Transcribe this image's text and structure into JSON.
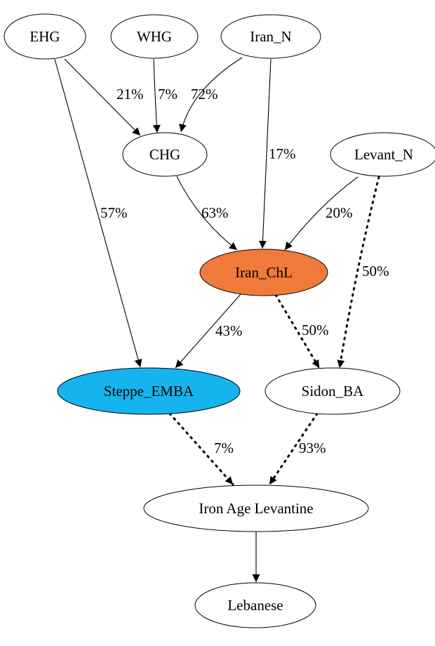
{
  "nodes": [
    {
      "id": "ehg",
      "label": "EHG",
      "fill": "#ffffff",
      "bold": true
    },
    {
      "id": "whg",
      "label": "WHG",
      "fill": "#ffffff"
    },
    {
      "id": "iran_n",
      "label": "Iran_N",
      "fill": "#ffffff"
    },
    {
      "id": "chg",
      "label": "CHG",
      "fill": "#ffffff"
    },
    {
      "id": "levant_n",
      "label": "Levant_N",
      "fill": "#ffffff"
    },
    {
      "id": "iran_chl",
      "label": "Iran_ChL",
      "fill": "#f07a3a"
    },
    {
      "id": "steppe_emba",
      "label": "Steppe_EMBA",
      "fill": "#16b4ee"
    },
    {
      "id": "sidon_ba",
      "label": "Sidon_BA",
      "fill": "#ffffff"
    },
    {
      "id": "iron_age_levantine",
      "label": "Iron Age Levantine",
      "fill": "#ffffff"
    },
    {
      "id": "lebanese",
      "label": "Lebanese",
      "fill": "#ffffff"
    }
  ],
  "edges": [
    {
      "id": "ehg-chg",
      "from": "ehg",
      "to": "chg",
      "label": "21%",
      "style": "solid"
    },
    {
      "id": "whg-chg",
      "from": "whg",
      "to": "chg",
      "label": "7%",
      "style": "solid"
    },
    {
      "id": "iran_n-chg",
      "from": "iran_n",
      "to": "chg",
      "label": "72%",
      "style": "solid"
    },
    {
      "id": "iran_n-iran_chl",
      "from": "iran_n",
      "to": "iran_chl",
      "label": "17%",
      "style": "solid"
    },
    {
      "id": "ehg-steppe_emba",
      "from": "ehg",
      "to": "steppe_emba",
      "label": "57%",
      "style": "solid"
    },
    {
      "id": "chg-iran_chl",
      "from": "chg",
      "to": "iran_chl",
      "label": "63%",
      "style": "solid"
    },
    {
      "id": "levant_n-iran_chl",
      "from": "levant_n",
      "to": "iran_chl",
      "label": "20%",
      "style": "solid"
    },
    {
      "id": "levant_n-sidon_ba",
      "from": "levant_n",
      "to": "sidon_ba",
      "label": "50%",
      "style": "dotted"
    },
    {
      "id": "iran_chl-steppe_emba",
      "from": "iran_chl",
      "to": "steppe_emba",
      "label": "43%",
      "style": "solid"
    },
    {
      "id": "iran_chl-sidon_ba",
      "from": "iran_chl",
      "to": "sidon_ba",
      "label": "50%",
      "style": "dotted"
    },
    {
      "id": "steppe_emba-iron_age_levantine",
      "from": "steppe_emba",
      "to": "iron_age_levantine",
      "label": "7%",
      "style": "dotted"
    },
    {
      "id": "sidon_ba-iron_age_levantine",
      "from": "sidon_ba",
      "to": "iron_age_levantine",
      "label": "93%",
      "style": "dotted"
    },
    {
      "id": "iron_age_levantine-lebanese",
      "from": "iron_age_levantine",
      "to": "lebanese",
      "label": "",
      "style": "solid"
    }
  ]
}
